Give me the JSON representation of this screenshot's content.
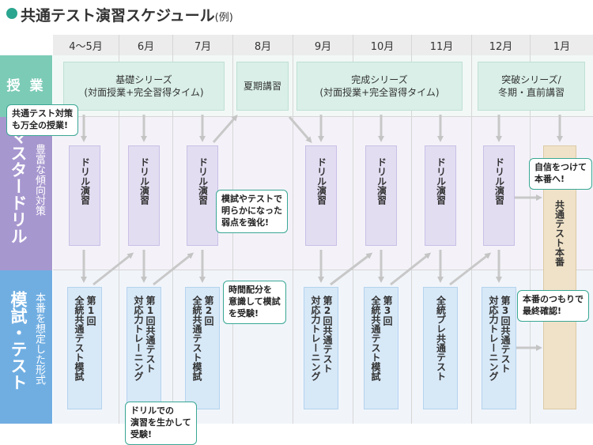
{
  "title": "共通テスト演習スケジュール",
  "title_note": "(例)",
  "months": [
    "4〜5月",
    "6月",
    "7月",
    "8月",
    "9月",
    "10月",
    "11月",
    "12月",
    "1月"
  ],
  "rows": {
    "lesson": {
      "label": "授 業"
    },
    "master": {
      "label": "マスタードリル",
      "sub": "豊富な傾向対策"
    },
    "exam": {
      "label": "模試・テスト",
      "sub": "本番を想定した形式"
    }
  },
  "lessons": [
    {
      "lines": [
        "基礎シリーズ",
        "(対面授業+完全習得タイム)"
      ]
    },
    {
      "lines": [
        "夏期講習"
      ]
    },
    {
      "lines": [
        "完成シリーズ",
        "(対面授業+完全習得タイム)"
      ]
    },
    {
      "lines": [
        "突破シリーズ/",
        "冬期・直前講習"
      ]
    }
  ],
  "drill_label": "ドリル演習",
  "exams": [
    {
      "lines": [
        "第1回",
        "全統共通テスト模試"
      ]
    },
    {
      "lines": [
        "第1回共通テスト",
        "対応力トレーニング"
      ]
    },
    {
      "lines": [
        "第2回",
        "全統共通テスト模試"
      ]
    },
    {
      "lines": [
        "第2回共通テスト",
        "対応力トレーニング"
      ]
    },
    {
      "lines": [
        "第3回",
        "全統共通テスト模試"
      ]
    },
    {
      "lines": [
        "全統プレ共通テスト"
      ]
    },
    {
      "lines": [
        "第3回共通テスト",
        "対応力トレーニング"
      ]
    }
  ],
  "honban": "共通テスト本番",
  "bubbles": [
    {
      "lines": [
        "共通テスト対策",
        "も万全の授業!"
      ]
    },
    {
      "lines": [
        "模試やテストで",
        "明らかになった",
        "弱点を強化!"
      ]
    },
    {
      "lines": [
        "時間配分を",
        "意識して模試",
        "を受験!"
      ]
    },
    {
      "lines": [
        "ドリルでの",
        "演習を生かして",
        "受験!"
      ]
    },
    {
      "lines": [
        "自信をつけて",
        "本番へ!"
      ]
    },
    {
      "lines": [
        "本番のつもりで",
        "最終確認!"
      ]
    }
  ],
  "colors": {
    "lesson": "#7ccbb6",
    "master": "#a797cf",
    "exam": "#70aee2",
    "accent": "#2aa58f"
  }
}
